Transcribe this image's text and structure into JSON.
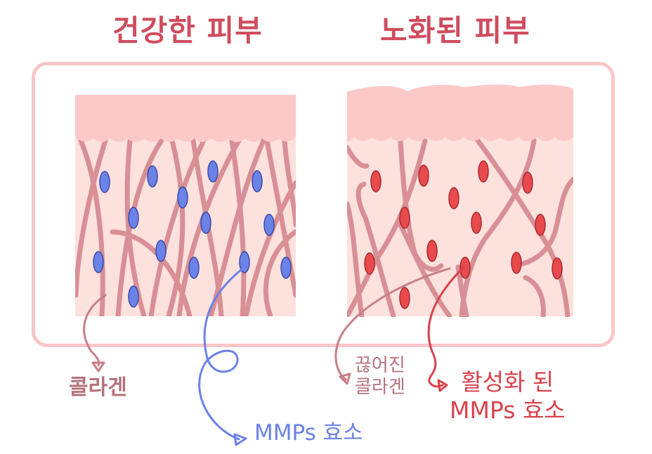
{
  "titles": {
    "healthy": "건강한 피부",
    "aged": "노화된 피부"
  },
  "colors": {
    "title": "#cf4c5e",
    "frame_border": "#f9c6c8",
    "epidermis": "#fcc9c9",
    "dermis": "#fde1dd",
    "collagen_fiber": "#d88f95",
    "mmp_healthy": "#6b82e6",
    "mmp_healthy_outline": "#3c4aa8",
    "mmp_active": "#e84a4e",
    "mmp_active_outline": "#a82a30",
    "label_collagen": "#b4727b",
    "label_mmp": "#6b82e6",
    "label_active": "#d8424b"
  },
  "panels": [
    {
      "id": "healthy-skin",
      "caption_ref": "titles.healthy",
      "mmp_state": "inactive",
      "mmp_count": 15,
      "collagen_state": "intact"
    },
    {
      "id": "aged-skin",
      "caption_ref": "titles.aged",
      "mmp_state": "active",
      "mmp_count": 15,
      "collagen_state": "broken"
    }
  ],
  "labels": {
    "collagen": "콜라겐",
    "mmp_enzyme": "MMPs 효소",
    "broken_collagen_line1": "끊어진",
    "broken_collagen_line2": "콜라겐",
    "active_mmp_line1": "활성화 된",
    "active_mmp_line2": "MMPs 효소"
  }
}
